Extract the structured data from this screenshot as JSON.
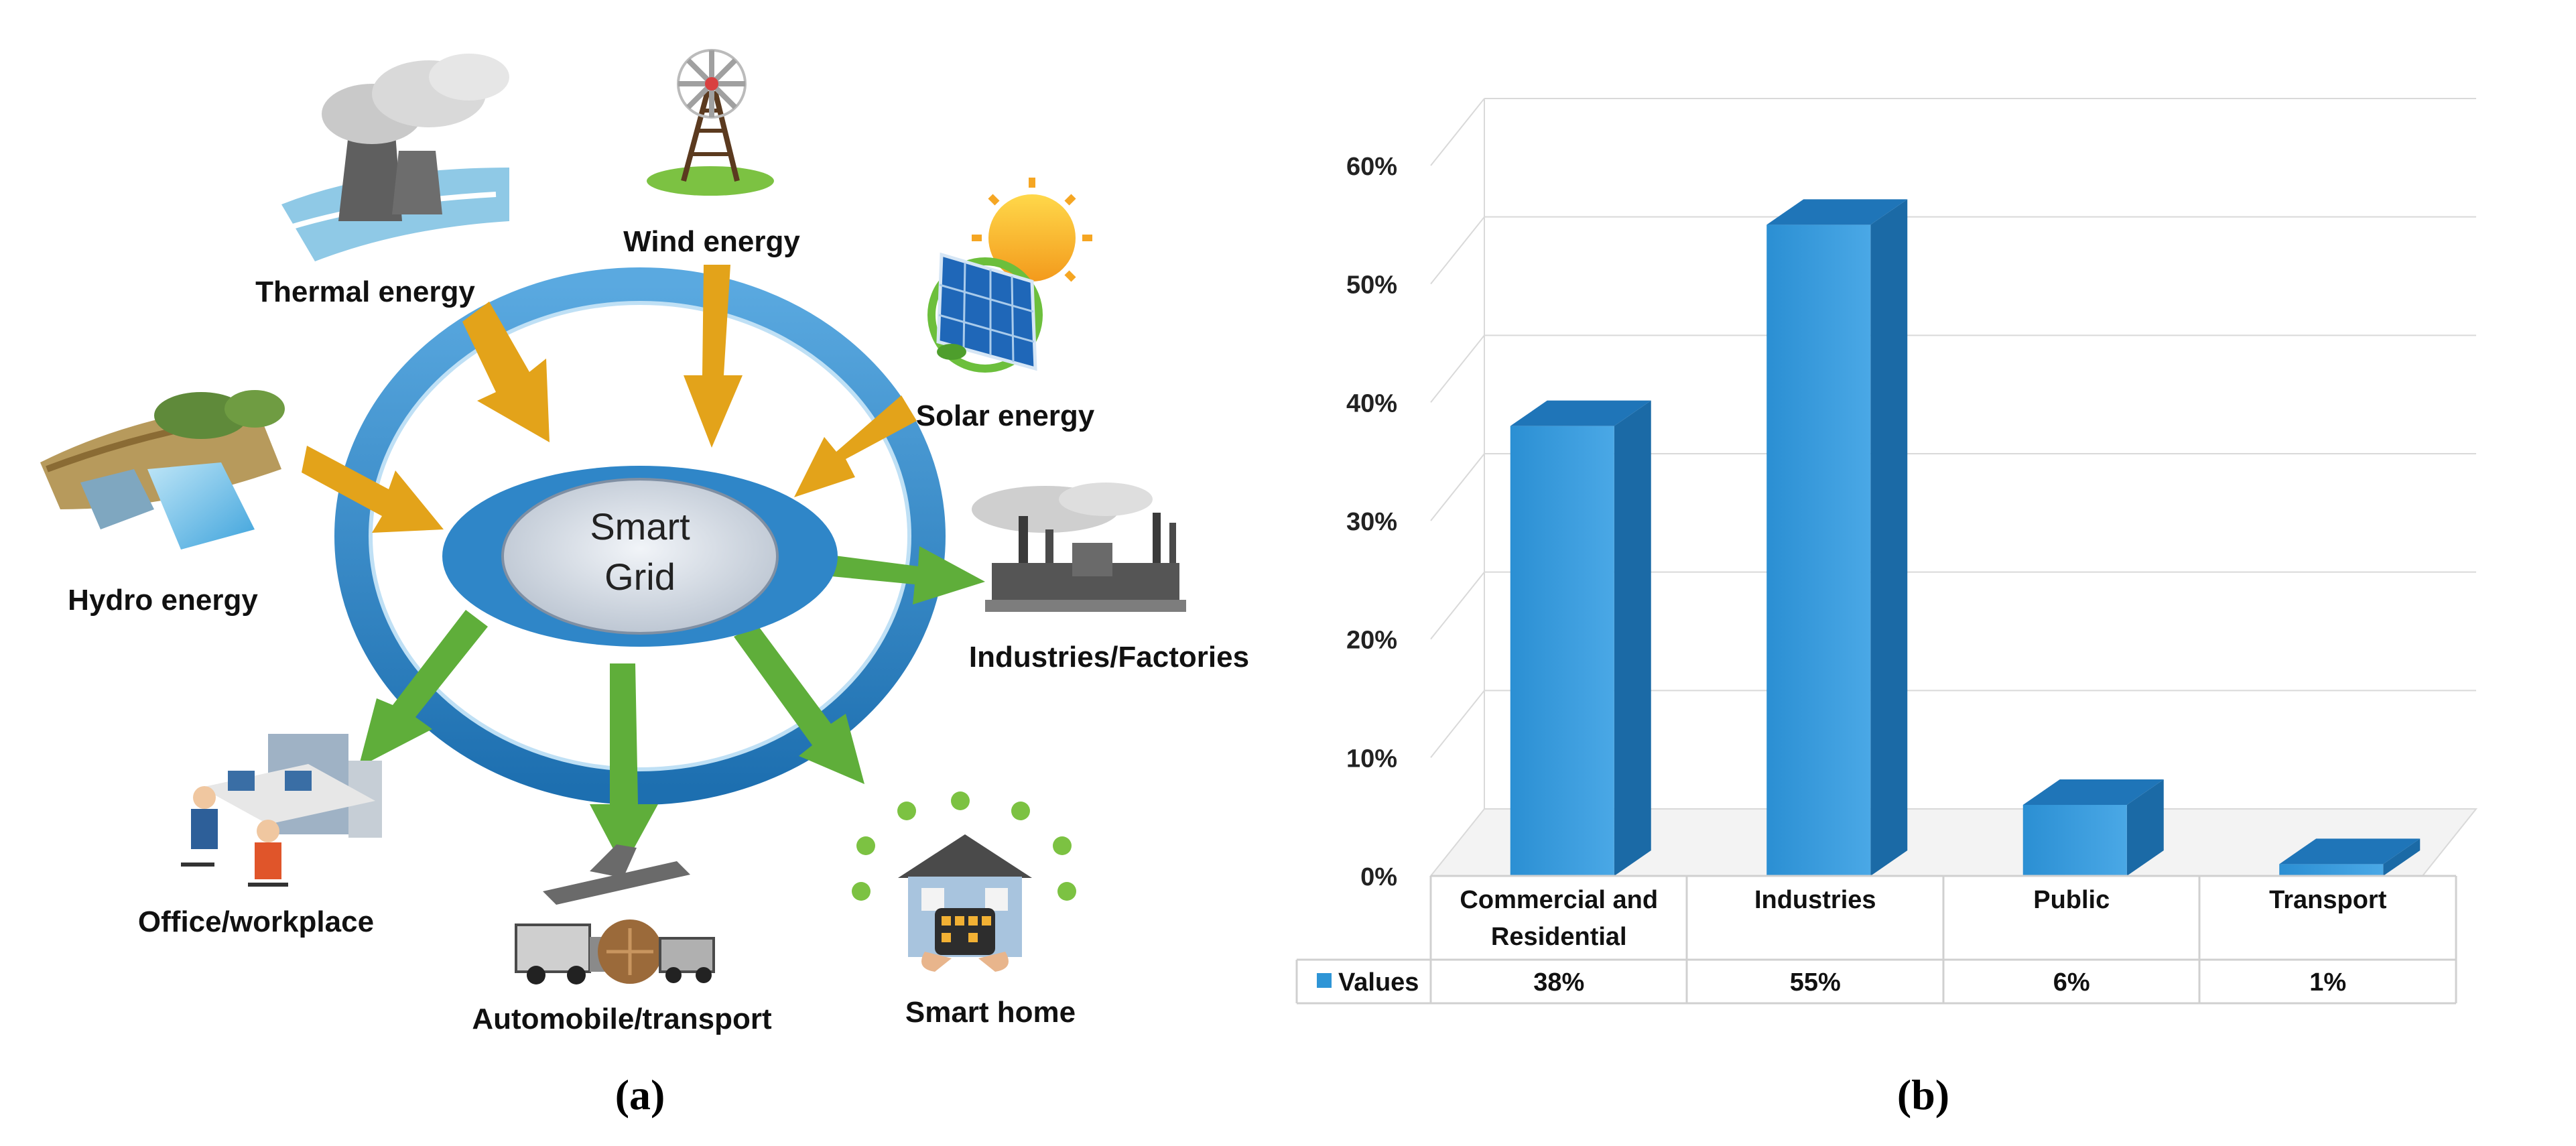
{
  "diagram": {
    "center_label_line1": "Smart",
    "center_label_line2": "Grid",
    "sources": [
      {
        "label": "Thermal energy",
        "icon": "cooling-tower-icon"
      },
      {
        "label": "Wind energy",
        "icon": "windmill-icon"
      },
      {
        "label": "Solar energy",
        "icon": "solar-panel-icon"
      },
      {
        "label": "Hydro energy",
        "icon": "dam-icon"
      }
    ],
    "consumers": [
      {
        "label": "Industries/Factories",
        "icon": "factory-icon"
      },
      {
        "label": "Smart home",
        "icon": "smart-home-icon"
      },
      {
        "label": "Automobile/transport",
        "icon": "transport-icon"
      },
      {
        "label": "Office/workplace",
        "icon": "office-icon"
      }
    ],
    "colors": {
      "ring": "#2f86c8",
      "input_arrow": "#e3a31a",
      "output_arrow": "#5fae3a",
      "center": "#d9dee6"
    }
  },
  "panel_labels": {
    "a": "(a)",
    "b": "(b)"
  },
  "chart_data": {
    "type": "bar",
    "style": "3d column",
    "categories": [
      "Commercial and Residential",
      "Industries",
      "Public",
      "Transport"
    ],
    "category_lines": [
      [
        "Commercial and",
        "Residential"
      ],
      [
        "Industries"
      ],
      [
        "Public"
      ],
      [
        "Transport"
      ]
    ],
    "series": [
      {
        "name": "Values",
        "values": [
          38,
          55,
          6,
          1
        ],
        "color": "#2e95d6"
      }
    ],
    "value_labels": [
      "38%",
      "55%",
      "6%",
      "1%"
    ],
    "yticks": [
      "0%",
      "10%",
      "20%",
      "30%",
      "40%",
      "50%",
      "60%"
    ],
    "ylim": [
      0,
      60
    ],
    "grid": true,
    "legend": "data-table"
  }
}
